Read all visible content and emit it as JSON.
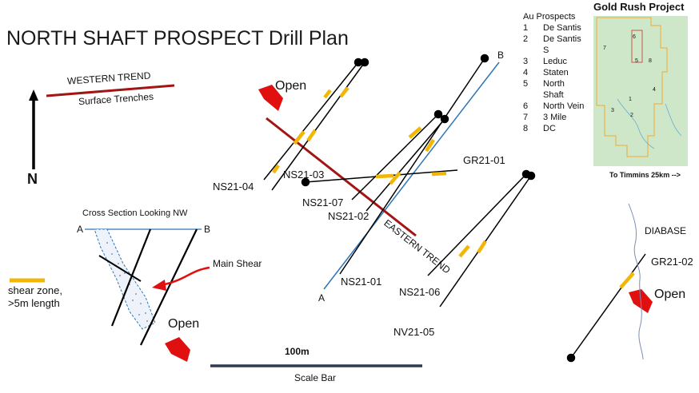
{
  "title": "NORTH SHAFT PROSPECT Drill Plan",
  "north_label": "N",
  "trends": {
    "western": "WESTERN TREND",
    "surface": "Surface Trenches",
    "eastern": "EASTERN TREND"
  },
  "section_line": {
    "a": "A",
    "b": "B"
  },
  "open_label": "Open",
  "drillholes": [
    "NS21-04",
    "NS21-03",
    "NS21-07",
    "NS21-02",
    "NS21-01",
    "GR21-01",
    "NS21-06",
    "NV21-05",
    "GR21-02"
  ],
  "cross_section": {
    "title": "Cross Section Looking NW",
    "a": "A",
    "b": "B",
    "main_shear": "Main Shear",
    "open": "Open"
  },
  "legend": {
    "label": "shear zone,\n>5m length",
    "color": "#f2b705"
  },
  "scale": {
    "distance": "100m",
    "label": "Scale Bar"
  },
  "diabase": "DIABASE",
  "inset": {
    "title": "Gold Rush Project",
    "footer": "To Timmins 25km -->",
    "prospect_header": "Au Prospects",
    "prospects": [
      {
        "num": "1",
        "name": "De Santis"
      },
      {
        "num": "2",
        "name": "De Santis S"
      },
      {
        "num": "3",
        "name": "Leduc"
      },
      {
        "num": "4",
        "name": "Staten"
      },
      {
        "num": "5",
        "name": "North Shaft"
      },
      {
        "num": "6",
        "name": "North Vein"
      },
      {
        "num": "7",
        "name": "3 Mile"
      },
      {
        "num": "8",
        "name": "DC"
      }
    ],
    "map_numbers": [
      "1",
      "2",
      "3",
      "4",
      "5",
      "6",
      "7",
      "8"
    ]
  },
  "colors": {
    "trend": "#a31515",
    "section_line": "#2e75b6",
    "shear": "#f2b705",
    "open_arrow": "#e01010",
    "scale_bar": "#2f3a4f",
    "inset_bg": "#cfe7c9",
    "inset_border": "#f0a830"
  }
}
